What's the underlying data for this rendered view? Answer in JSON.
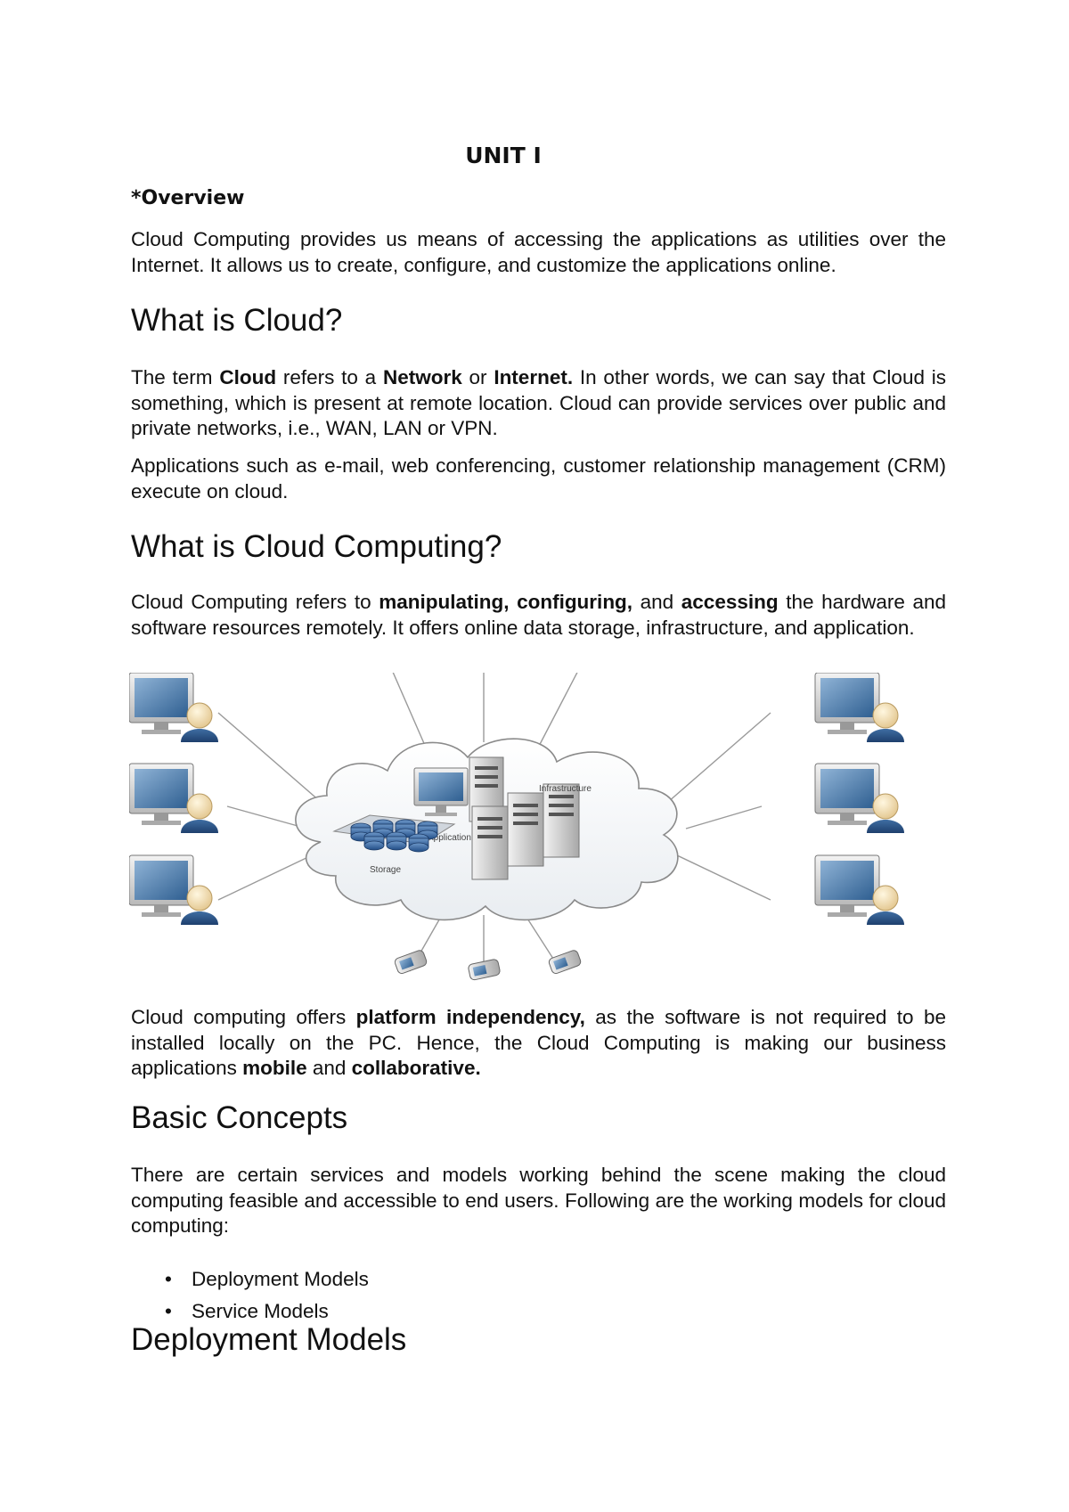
{
  "unit_title": "UNIT I",
  "overview_heading": "*Overview",
  "overview_text": "Cloud Computing provides us means of accessing the applications as utilities over the Internet. It allows us to create, configure, and customize the applications online.",
  "section_cloud": {
    "heading": "What is Cloud?",
    "p1": {
      "t1": "The term ",
      "b1": "Cloud",
      "t2": " refers to a ",
      "b2": "Network",
      "t3": " or ",
      "b3": "Internet.",
      "t4": " In other words, we can say that Cloud is something, which is present at remote location. Cloud can provide services over public and private networks, i.e., WAN, LAN or VPN."
    },
    "p2": "Applications such as e-mail, web conferencing, customer relationship management (CRM) execute on cloud."
  },
  "section_cloud_computing": {
    "heading": "What is Cloud Computing?",
    "p1": {
      "t1": "Cloud Computing refers to ",
      "b1": "manipulating, configuring,",
      "t2": " and ",
      "b2": "accessing",
      "t3": " the hardware and software resources remotely. It offers online data storage, infrastructure, and application."
    }
  },
  "figure": {
    "labels": {
      "application": "Application",
      "infrastructure": "Infrastructure",
      "storage": "Storage"
    }
  },
  "after_figure": {
    "t1": "Cloud computing offers ",
    "b1": "platform independency,",
    "t2": " as the software is not required to be installed locally on the PC. Hence, the Cloud Computing is making our business applications ",
    "b2": "mobile",
    "t3": " and ",
    "b3": "collaborative."
  },
  "section_basic": {
    "heading": "Basic Concepts",
    "p1": "There are certain services and models working behind the scene making the cloud computing feasible and accessible to end users. Following are the working models for cloud computing:",
    "bullet_glyph": "•",
    "items": [
      "Deployment Models",
      "Service Models"
    ]
  },
  "section_deployment": {
    "heading": "Deployment Models"
  }
}
